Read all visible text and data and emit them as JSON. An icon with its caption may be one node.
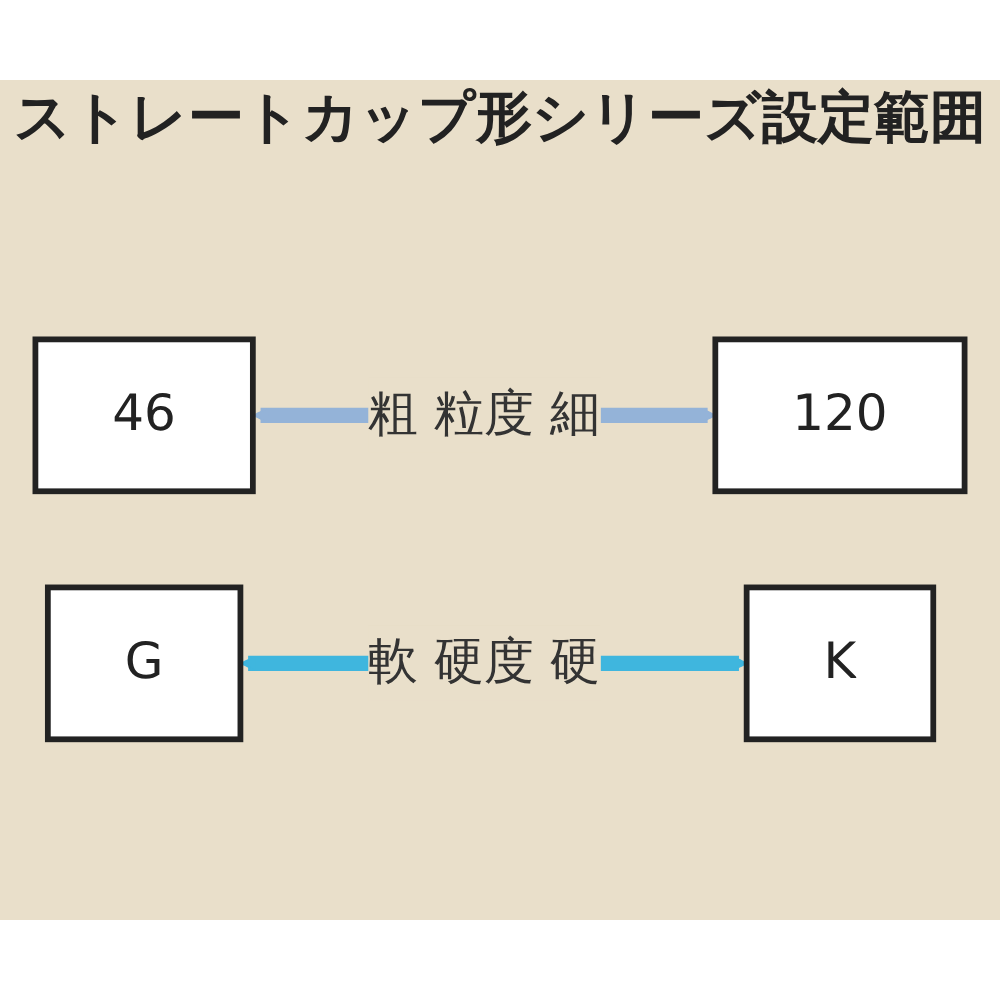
{
  "diagram": {
    "title": "ストレートカップ形シリーズ設定範囲",
    "nodes": [
      {
        "text": [
          "46"
        ]
      },
      {
        "text": [
          "120"
        ]
      },
      {
        "text": [
          "G"
        ]
      },
      {
        "text": [
          "K"
        ]
      }
    ],
    "edges": [
      {
        "from": 0,
        "to": 1,
        "arrow": "both",
        "label": "粗 粒度 細",
        "color": "#94b3d8"
      },
      {
        "from": 2,
        "to": 3,
        "arrow": "both",
        "label": "軟 硬度 硬",
        "color": "#3fb6de"
      }
    ]
  }
}
